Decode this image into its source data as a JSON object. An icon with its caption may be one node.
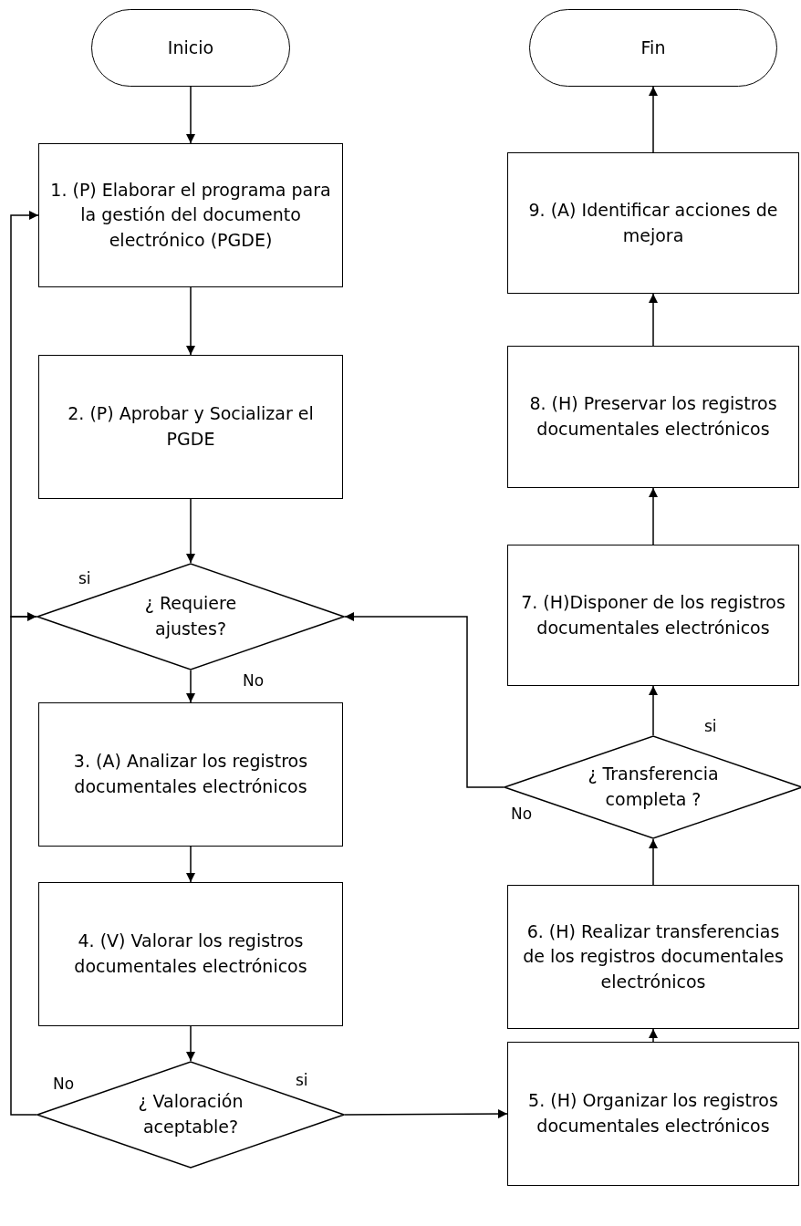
{
  "diagram": {
    "nodes": [
      {
        "text": [
          "Inicio"
        ]
      },
      {
        "text": [
          "1. (P) Elaborar el programa para la gestión del documento electrónico (PGDE)"
        ]
      },
      {
        "text": [
          "2. (P) Aprobar y Socializar el PGDE"
        ]
      },
      {
        "text": [
          "¿ Requiere ajustes?"
        ]
      },
      {
        "text": [
          "3. (A) Analizar los registros documentales electrónicos"
        ]
      },
      {
        "text": [
          "4. (V) Valorar los registros documentales electrónicos"
        ]
      },
      {
        "text": [
          "¿ Valoración aceptable?"
        ]
      },
      {
        "text": [
          "5. (H) Organizar los registros documentales electrónicos"
        ]
      },
      {
        "text": [
          "6. (H) Realizar transferencias de los registros documentales electrónicos"
        ]
      },
      {
        "text": [
          "¿ Transferencia completa ?"
        ]
      },
      {
        "text": [
          "7. (H)Disponer de los registros documentales electrónicos"
        ]
      },
      {
        "text": [
          "8. (H) Preservar los registros documentales electrónicos"
        ]
      },
      {
        "text": [
          "9. (A) Identificar acciones de mejora"
        ]
      },
      {
        "text": [
          "Fin"
        ]
      }
    ],
    "edges": [
      {
        "from": 0,
        "to": 1,
        "arrow": "to"
      },
      {
        "from": 1,
        "to": 2,
        "arrow": "to"
      },
      {
        "from": 2,
        "to": 3,
        "arrow": "to"
      },
      {
        "from": 3,
        "to": 4,
        "arrow": "to",
        "label": "No"
      },
      {
        "from": 3,
        "to": 1,
        "arrow": "to",
        "label": "si"
      },
      {
        "from": 4,
        "to": 5,
        "arrow": "to"
      },
      {
        "from": 5,
        "to": 6,
        "arrow": "to"
      },
      {
        "from": 6,
        "to": 7,
        "arrow": "to",
        "label": "si"
      },
      {
        "from": 6,
        "to": 3,
        "arrow": "to",
        "label": "No"
      },
      {
        "from": 7,
        "to": 8,
        "arrow": "to"
      },
      {
        "from": 8,
        "to": 9,
        "arrow": "to"
      },
      {
        "from": 9,
        "to": 10,
        "arrow": "to",
        "label": "si"
      },
      {
        "from": 9,
        "to": 3,
        "arrow": "to",
        "label": "No"
      },
      {
        "from": 10,
        "to": 11,
        "arrow": "to"
      },
      {
        "from": 11,
        "to": 12,
        "arrow": "to"
      },
      {
        "from": 12,
        "to": 13,
        "arrow": "to"
      }
    ]
  }
}
